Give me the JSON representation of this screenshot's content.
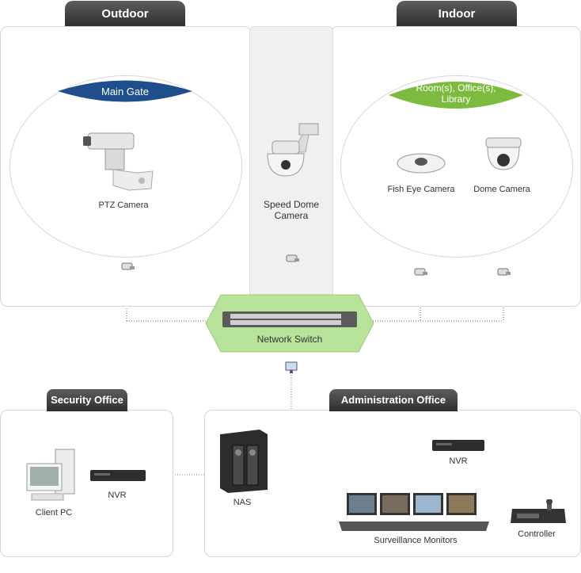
{
  "sections": {
    "outdoor": "Outdoor",
    "indoor": "Indoor",
    "security_office": "Security Office",
    "administration_office": "Administration Office"
  },
  "zones": {
    "main_gate": "Main Gate",
    "room_office_library": "Room(s), Office(s), Library"
  },
  "devices": {
    "ptz_camera": "PTZ Camera",
    "speed_dome_camera": "Speed Dome Camera",
    "fish_eye_camera": "Fish Eye Camera",
    "dome_camera": "Dome Camera",
    "network_switch": "Network Switch",
    "client_pc": "Client PC",
    "nvr_security": "NVR",
    "nas": "NAS",
    "nvr_admin": "NVR",
    "surveillance_monitors": "Surveillance Monitors",
    "controller": "Controller"
  },
  "colors": {
    "main_gate_band": "#1f4e8c",
    "indoor_band": "#7cbb3f",
    "switch_fill": "#b8e39a",
    "tab_dark": "#3a3a3a",
    "wire": "#555555",
    "wire_green": "#5aa53a"
  }
}
